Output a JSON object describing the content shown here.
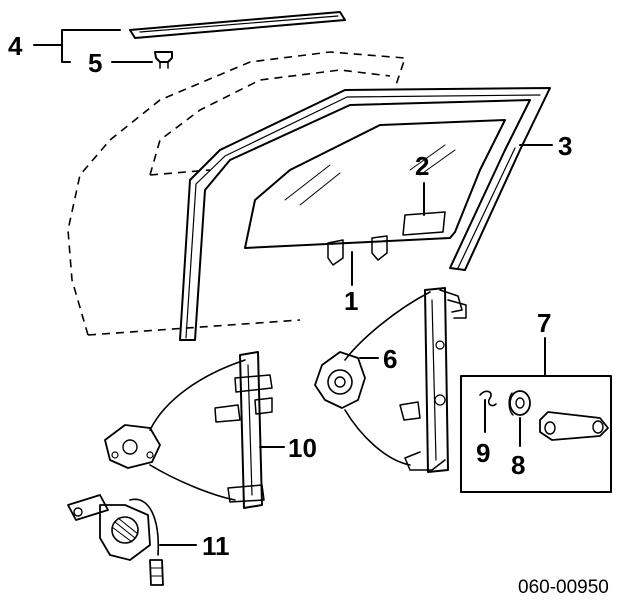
{
  "callouts": {
    "c1": "1",
    "c2": "2",
    "c3": "3",
    "c4": "4",
    "c5": "5",
    "c6": "6",
    "c7": "7",
    "c8": "8",
    "c9": "9",
    "c10": "10",
    "c11": "11"
  },
  "diagram_code": "060-00950",
  "colors": {
    "line": "#000000",
    "background": "#ffffff"
  }
}
